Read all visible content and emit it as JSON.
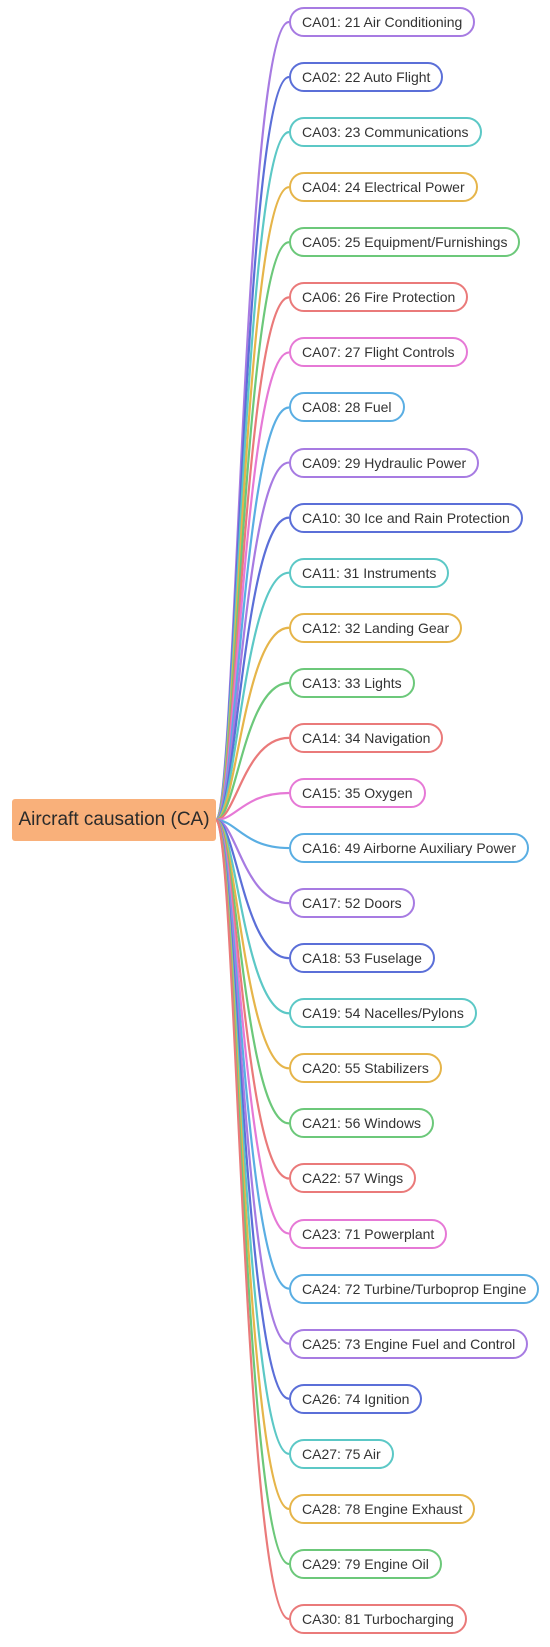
{
  "root": {
    "label": "Aircraft causation (CA)",
    "color": "#f9b07a"
  },
  "palette": [
    "#a77be2",
    "#5b6fd8",
    "#5cc8c6",
    "#e6b54a",
    "#6cc87a",
    "#ea7a7a",
    "#e679d6",
    "#5aaee3"
  ],
  "children": [
    {
      "label": "CA01: 21 Air Conditioning",
      "color": "#a77be2"
    },
    {
      "label": "CA02: 22 Auto Flight",
      "color": "#5b6fd8"
    },
    {
      "label": "CA03: 23 Communications",
      "color": "#5cc8c6"
    },
    {
      "label": "CA04:  24 Electrical Power",
      "color": "#e6b54a"
    },
    {
      "label": "CA05:  25 Equipment/Furnishings",
      "color": "#6cc87a"
    },
    {
      "label": "CA06:  26 Fire Protection",
      "color": "#ea7a7a"
    },
    {
      "label": "CA07:  27 Flight Controls",
      "color": "#e679d6"
    },
    {
      "label": "CA08:  28 Fuel",
      "color": "#5aaee3"
    },
    {
      "label": "CA09: 29 Hydraulic Power",
      "color": "#a77be2"
    },
    {
      "label": "CA10: 30 Ice and Rain Protection",
      "color": "#5b6fd8"
    },
    {
      "label": "CA11: 31 Instruments",
      "color": "#5cc8c6"
    },
    {
      "label": "CA12: 32 Landing Gear",
      "color": "#e6b54a"
    },
    {
      "label": "CA13: 33 Lights",
      "color": "#6cc87a"
    },
    {
      "label": "CA14: 34 Navigation",
      "color": "#ea7a7a"
    },
    {
      "label": "CA15:  35 Oxygen",
      "color": "#e679d6"
    },
    {
      "label": "CA16: 49 Airborne Auxiliary Power",
      "color": "#5aaee3"
    },
    {
      "label": "CA17: 52 Doors",
      "color": "#a77be2"
    },
    {
      "label": "CA18: 53 Fuselage",
      "color": "#5b6fd8"
    },
    {
      "label": "CA19: 54 Nacelles/Pylons",
      "color": "#5cc8c6"
    },
    {
      "label": "CA20: 55 Stabilizers",
      "color": "#e6b54a"
    },
    {
      "label": "CA21: 56 Windows",
      "color": "#6cc87a"
    },
    {
      "label": "CA22: 57 Wings",
      "color": "#ea7a7a"
    },
    {
      "label": "CA23: 71 Powerplant",
      "color": "#e679d6"
    },
    {
      "label": "CA24: 72 Turbine/Turboprop Engine",
      "color": "#5aaee3"
    },
    {
      "label": "CA25: 73 Engine Fuel and Control",
      "color": "#a77be2"
    },
    {
      "label": "CA26: 74 Ignition",
      "color": "#5b6fd8"
    },
    {
      "label": "CA27: 75 Air",
      "color": "#5cc8c6"
    },
    {
      "label": "CA28: 78 Engine Exhaust",
      "color": "#e6b54a"
    },
    {
      "label": "CA29: 79 Engine Oil",
      "color": "#6cc87a"
    },
    {
      "label": "CA30: 81 Turbocharging",
      "color": "#ea7a7a"
    }
  ]
}
